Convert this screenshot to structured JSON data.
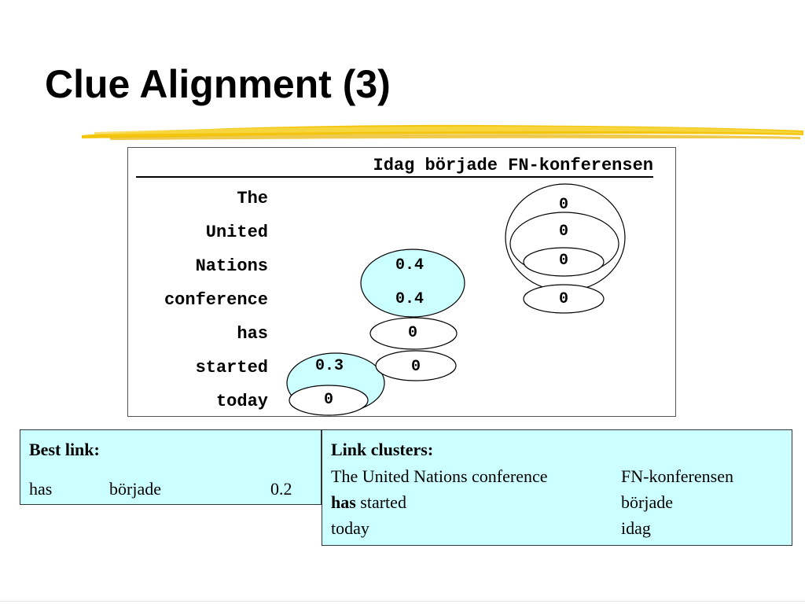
{
  "title": "Clue Alignment (3)",
  "matrix": {
    "header": "Idag började FN-konferensen",
    "rows": [
      "The",
      "United",
      "Nations",
      "conference",
      "has",
      "started",
      "today"
    ],
    "cells": [
      {
        "value": "0"
      },
      {
        "value": "0"
      },
      {
        "value": "0"
      },
      {
        "value": "0.4"
      },
      {
        "value": "0.4"
      },
      {
        "value": "0"
      },
      {
        "value": "0"
      },
      {
        "value": "0.3"
      },
      {
        "value": "0"
      },
      {
        "value": "0"
      }
    ]
  },
  "best_link": {
    "heading": "Best link:",
    "source": "has",
    "target": "började",
    "score": "0.2"
  },
  "link_clusters": {
    "heading": "Link clusters:",
    "rows": [
      {
        "bold": "",
        "source": "The United Nations conference",
        "target": "FN-konferensen"
      },
      {
        "bold": "has",
        "source": " started",
        "target": "började"
      },
      {
        "bold": "",
        "source": "today",
        "target": "idag"
      }
    ]
  },
  "colors": {
    "highlight": "#ccffff",
    "title_swoosh": "#f2c200"
  }
}
